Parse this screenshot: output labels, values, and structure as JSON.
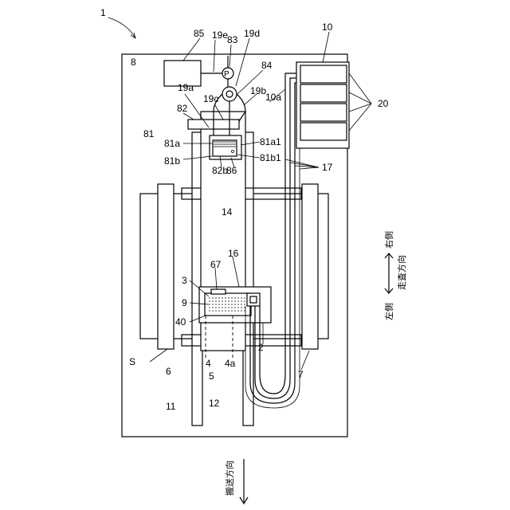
{
  "figure_number": "1",
  "labels": {
    "printer_unit": "8",
    "ink_cartridge_holder": "10",
    "cartridges": "20",
    "tubes": "17",
    "carriage_guide_rail": "14",
    "carriage": "2",
    "head": "3",
    "head_nozzles": "9",
    "head_body": "40",
    "nozzle_face": "4",
    "nozzle_face_a": "4a",
    "head_base": "5",
    "connector": "16",
    "head_marker": "67",
    "left_roller": "6",
    "right_roller": "7",
    "sheet": "S",
    "frame_left": "11",
    "frame_right": "12",
    "pump_unit": "85",
    "pump_motor": "83",
    "pump_symbol": "P",
    "pump_outlet": "84",
    "tube_19a": "19a",
    "tube_19b": "19b",
    "tube_19c": "19c",
    "tube_19d": "19d",
    "tube_19e": "19e",
    "tube_10a": "10a",
    "maintenance_82": "82",
    "maintenance_81": "81",
    "maintenance_81a": "81a",
    "maintenance_81b": "81b",
    "maintenance_81a1": "81a1",
    "maintenance_81b1": "81b1",
    "maintenance_82b": "82b",
    "maintenance_86": "86"
  },
  "direction": {
    "scan_left": "左側",
    "scan_right": "右側",
    "scan_direction": "走査方向",
    "conveying_direction": "搬送方向"
  }
}
